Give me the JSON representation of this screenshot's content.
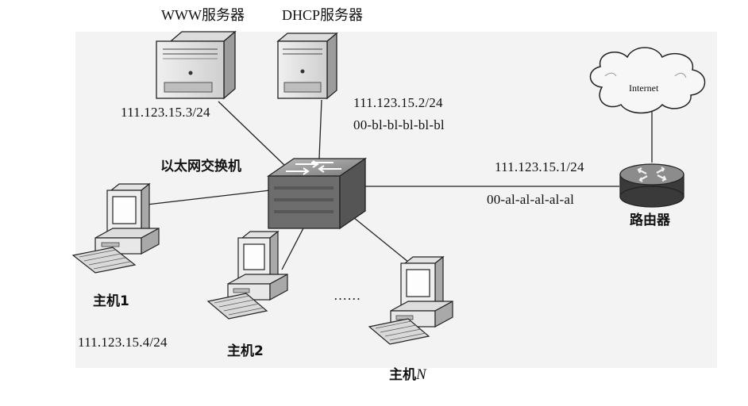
{
  "diagram": {
    "nodes": {
      "www_server": {
        "title": "WWW服务器",
        "ip": "111.123.15.3/24",
        "icon": "server-icon"
      },
      "dhcp_server": {
        "title": "DHCP服务器",
        "ip": "111.123.15.2/24",
        "mac": "00-bl-bl-bl-bl-bl",
        "icon": "server-icon"
      },
      "switch": {
        "label": "以太网交换机",
        "icon": "switch-icon"
      },
      "router": {
        "label": "路由器",
        "ip": "111.123.15.1/24",
        "mac": "00-al-al-al-al-al",
        "icon": "router-icon"
      },
      "internet": {
        "label": "Internet",
        "icon": "cloud-icon"
      },
      "host1": {
        "label": "主机1",
        "ip": "111.123.15.4/24",
        "icon": "computer-icon"
      },
      "host2": {
        "label": "主机2",
        "icon": "computer-icon"
      },
      "hostN": {
        "label_prefix": "主机",
        "label_suffix": "N",
        "icon": "computer-icon"
      }
    },
    "ellipsis": "……",
    "edges": [
      [
        "www_server",
        "switch"
      ],
      [
        "dhcp_server",
        "switch"
      ],
      [
        "switch",
        "router"
      ],
      [
        "router",
        "internet"
      ],
      [
        "switch",
        "host1"
      ],
      [
        "switch",
        "host2"
      ],
      [
        "switch",
        "hostN"
      ]
    ]
  }
}
